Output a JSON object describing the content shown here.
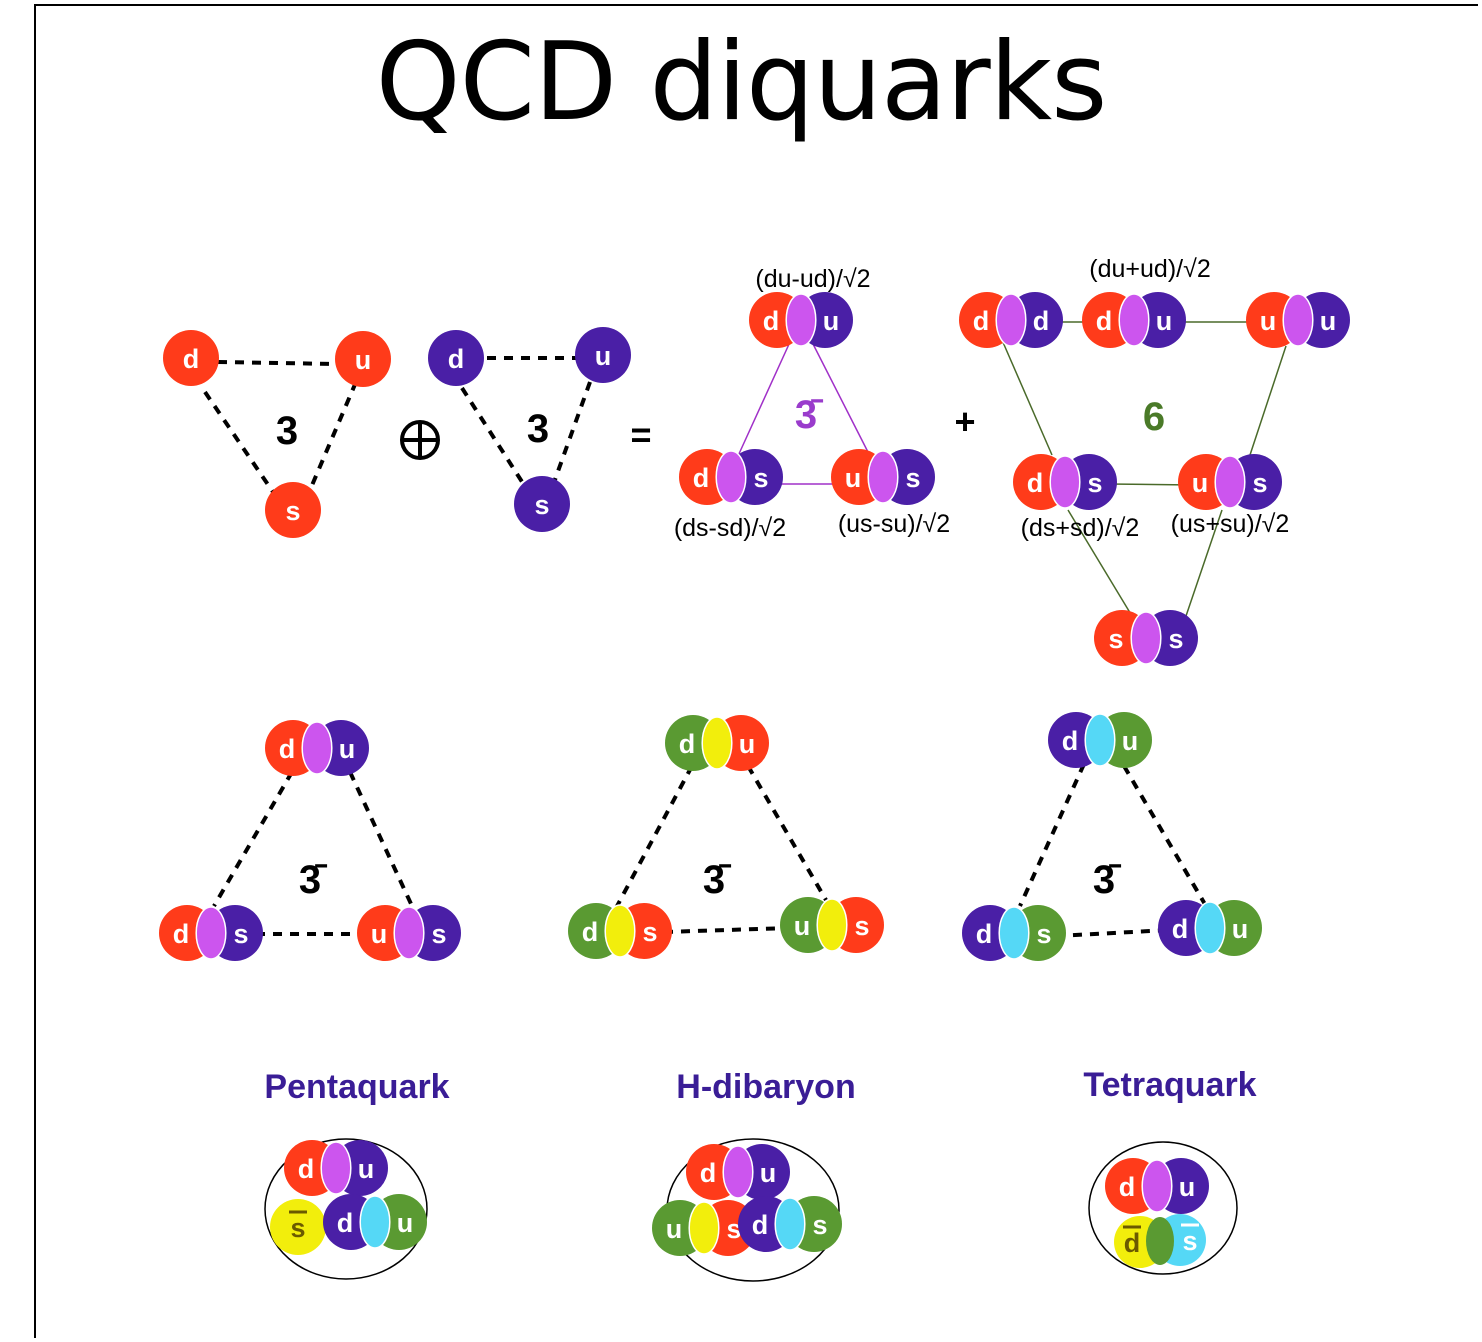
{
  "title": "QCD diquarks",
  "colors": {
    "red": "#ff3b1a",
    "purple": "#4a1fa6",
    "green": "#5a9a32",
    "magenta": "#cc55ee",
    "yellow": "#f2ee0c",
    "cyan": "#55d8f6",
    "triplet_line": "#a030c8",
    "sextet_line": "#4a6a2a",
    "label_purple": "#3a1d96",
    "rep_purple": "#9a3ccc",
    "rep_green": "#4a7a28"
  },
  "top": {
    "quark_triplet_red": {
      "d": "d",
      "u": "u",
      "s": "s",
      "rep": "3"
    },
    "tensor_symbol": "⊕",
    "quark_triplet_purple": {
      "d": "d",
      "u": "u",
      "s": "s",
      "rep": "3"
    },
    "equals": "=",
    "plus": "+",
    "antitriplet": {
      "rep": "3̄",
      "labels": [
        "(du-ud)/√2",
        "(ds-sd)/√2",
        "(us-su)/√2"
      ]
    },
    "sextet": {
      "rep": "6",
      "labels": [
        "(du+ud)/√2",
        "(ds+sd)/√2",
        "(us+su)/√2"
      ]
    }
  },
  "middle": {
    "rep": "3̄"
  },
  "bottom": {
    "names": [
      "Pentaquark",
      "H-dibaryon",
      "Tetraquark"
    ]
  },
  "quark_letters": {
    "d": "d",
    "u": "u",
    "s": "s",
    "sbar": "s",
    "dbar": "d"
  }
}
